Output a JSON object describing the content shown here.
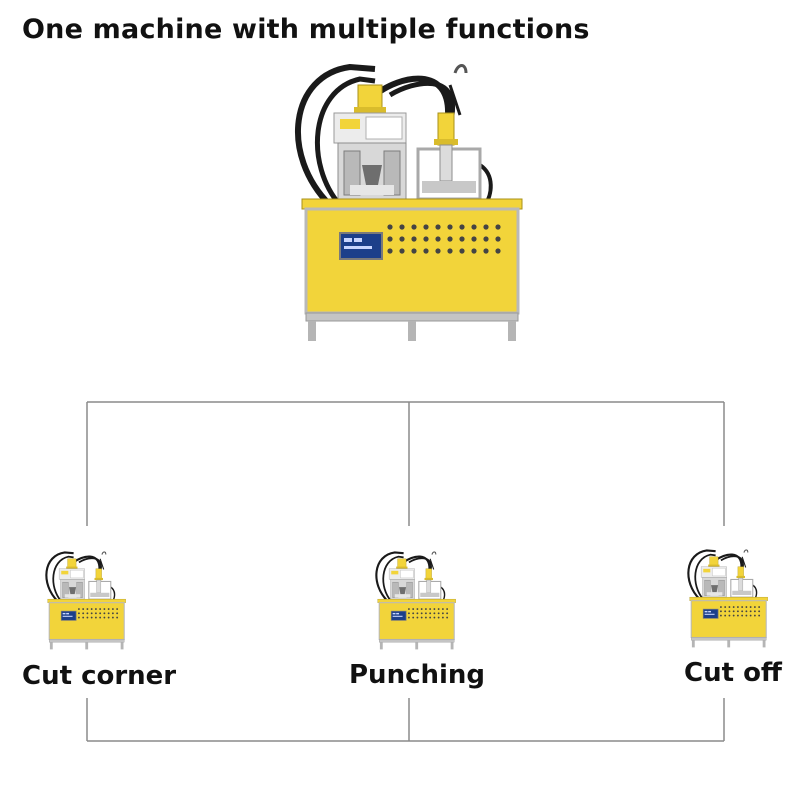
{
  "title": "One machine with multiple functions",
  "functions": [
    {
      "label": "Cut corner"
    },
    {
      "label": "Punching"
    },
    {
      "label": "Cut off"
    }
  ],
  "colors": {
    "machine_yellow": "#f2d43a",
    "machine_frame": "#b9b9b9",
    "hose": "#1a1a1a",
    "connector_line": "#8a8a8a"
  }
}
